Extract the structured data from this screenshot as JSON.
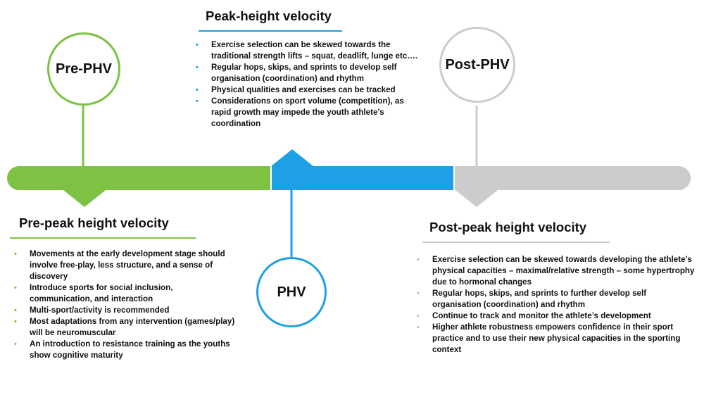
{
  "colors": {
    "green": "#7dc242",
    "blue": "#1ea0e6",
    "grey": "#cccccc"
  },
  "circles": {
    "pre": "Pre-PHV",
    "phv": "PHV",
    "post": "Post-PHV"
  },
  "peak": {
    "heading": "Peak-height velocity",
    "items": [
      "Exercise selection can be skewed towards the traditional strength lifts – squat, deadlift, lunge etc….",
      "Regular hops, skips, and sprints to develop self organisation (coordination) and rhythm",
      "Physical qualities and exercises can be tracked",
      "Considerations on sport volume (competition), as rapid growth may impede the youth athlete’s coordination"
    ]
  },
  "pre": {
    "heading": "Pre-peak height velocity",
    "items": [
      "Movements at the early development stage should involve free-play, less structure, and a sense of discovery",
      "Introduce sports for social inclusion, communication, and interaction",
      "Multi-sport/activity is recommended",
      "Most adaptations from any intervention (games/play) will be neuromuscular",
      "An introduction to resistance training as the youths show cognitive maturity"
    ]
  },
  "post": {
    "heading": "Post-peak height velocity",
    "items": [
      "Exercise selection can be skewed towards developing the athlete’s physical capacities – maximal/relative strength – some hypertrophy due to hormonal changes",
      "Regular hops, skips, and sprints to further develop self organisation (coordination) and rhythm",
      "Continue to track and monitor the athlete’s development",
      "Higher athlete robustness empowers confidence in their sport practice and to use their new physical capacities in the sporting context"
    ]
  }
}
